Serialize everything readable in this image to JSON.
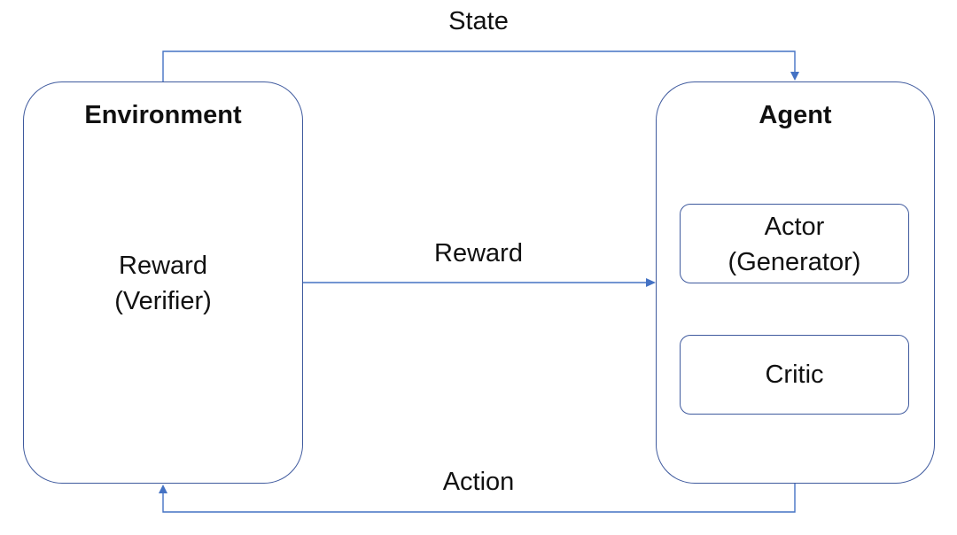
{
  "colors": {
    "stroke": "#3f5a9e",
    "arrow": "#4472c4",
    "text": "#111111",
    "background": "#ffffff"
  },
  "environment": {
    "title": "Environment",
    "component_line1": "Reward",
    "component_line2": "(Verifier)"
  },
  "agent": {
    "title": "Agent",
    "actor_line1": "Actor",
    "actor_line2": "(Generator)",
    "critic_label": "Critic"
  },
  "edges": {
    "state": "State",
    "reward": "Reward",
    "action": "Action"
  }
}
